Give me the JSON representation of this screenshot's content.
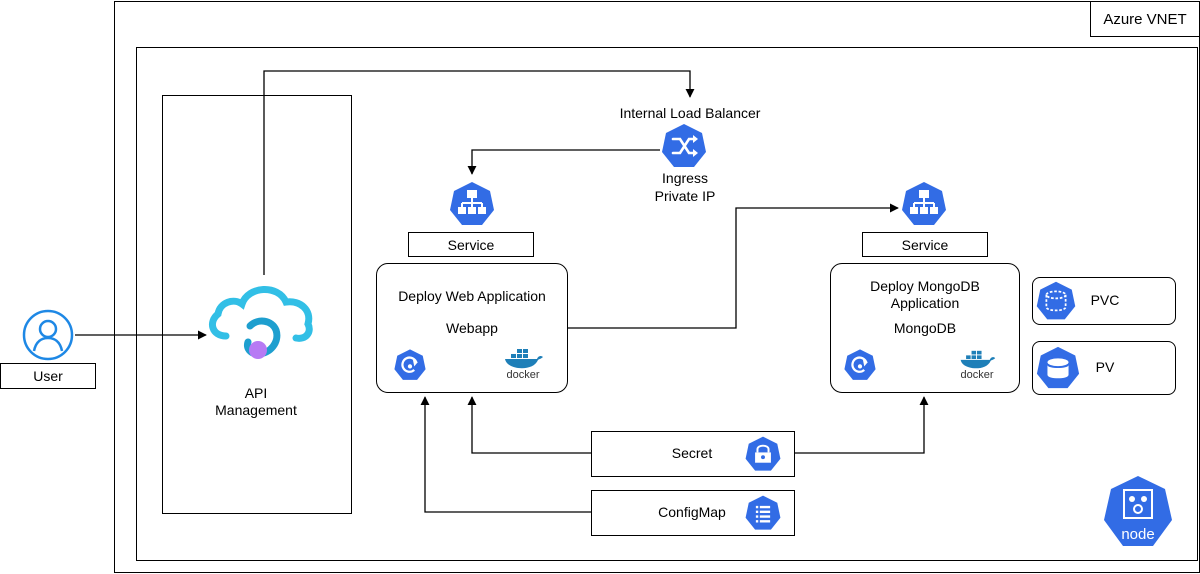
{
  "vnet": {
    "label": "Azure VNET"
  },
  "user": {
    "label": "User"
  },
  "apim": {
    "label_line1": "API",
    "label_line2": "Management"
  },
  "load_balancer": {
    "label": "Internal Load Balancer",
    "ingress_line1": "Ingress",
    "ingress_line2": "Private IP"
  },
  "web": {
    "service_label": "Service",
    "deploy_title": "Deploy Web Application",
    "app_name": "Webapp",
    "docker_label": "docker"
  },
  "mongo": {
    "service_label": "Service",
    "deploy_title_line1": "Deploy MongoDB",
    "deploy_title_line2": "Application",
    "app_name": "MongoDB",
    "docker_label": "docker"
  },
  "storage": {
    "pvc_label": "PVC",
    "pv_label": "PV"
  },
  "secret": {
    "label": "Secret"
  },
  "configmap": {
    "label": "ConfigMap"
  },
  "node": {
    "label": "node"
  },
  "colors": {
    "k8s_blue": "#326CE5",
    "azure_cyan": "#32BFE6",
    "apim_purple": "#B77AF4"
  }
}
